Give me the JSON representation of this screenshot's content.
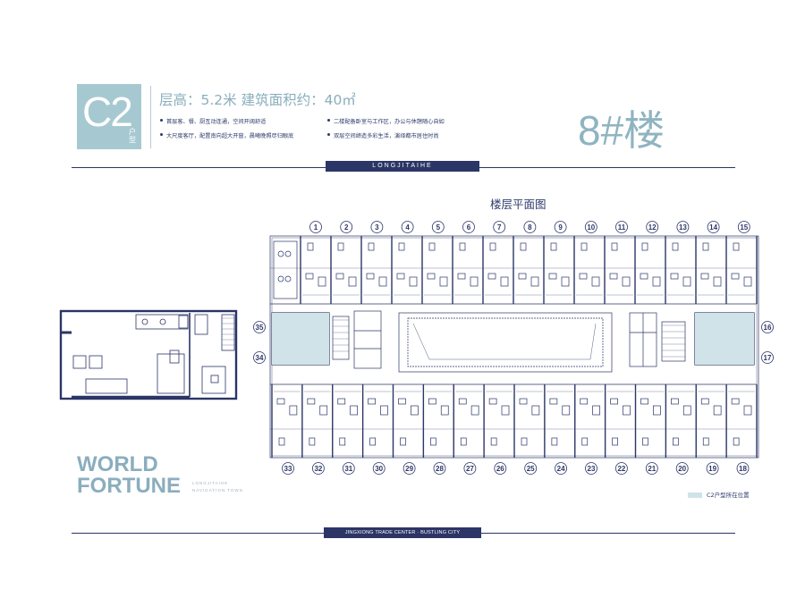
{
  "unit": {
    "code": "C2",
    "code_suffix": "户型"
  },
  "header": {
    "headline": "层高：5.2米   建筑面积约：40㎡",
    "features": [
      "首层客、餐、厨互动连通，空间开阔舒适",
      "大尺度客厅，配置南向超大开窗，晨曦晚照尽归眼底",
      "二楼配备卧室与工作区，办公与休憩随心自如",
      "双层空间缔造多彩生活，演绎都市居住时尚"
    ],
    "building": "8#楼"
  },
  "banner_top": "LONGJITAIHE",
  "plan": {
    "title": "楼层平面图",
    "top_units": [
      "1",
      "2",
      "3",
      "4",
      "5",
      "6",
      "7",
      "8",
      "9",
      "10",
      "11",
      "12",
      "13",
      "14",
      "15"
    ],
    "bottom_units": [
      "33",
      "32",
      "31",
      "30",
      "29",
      "28",
      "27",
      "26",
      "25",
      "24",
      "23",
      "22",
      "21",
      "20",
      "19",
      "18"
    ],
    "left_units": [
      "35",
      "34"
    ],
    "right_units": [
      "16",
      "17"
    ],
    "highlight_color": "#cfe3e8"
  },
  "brand": {
    "line1": "WORLD",
    "line2": "FORTUNE",
    "sub1": "LONGJITAIHE",
    "sub2": "NAVIGATION TOWN"
  },
  "banner_bottom": "JINGXIONG TRADE CENTER · BUSTLING CITY",
  "legend": {
    "label": "C2户型所在位置"
  },
  "colors": {
    "navy": "#2b3566",
    "teal": "#8aaebd",
    "badge": "#a6c9d1",
    "highlight": "#cfe3e8"
  }
}
